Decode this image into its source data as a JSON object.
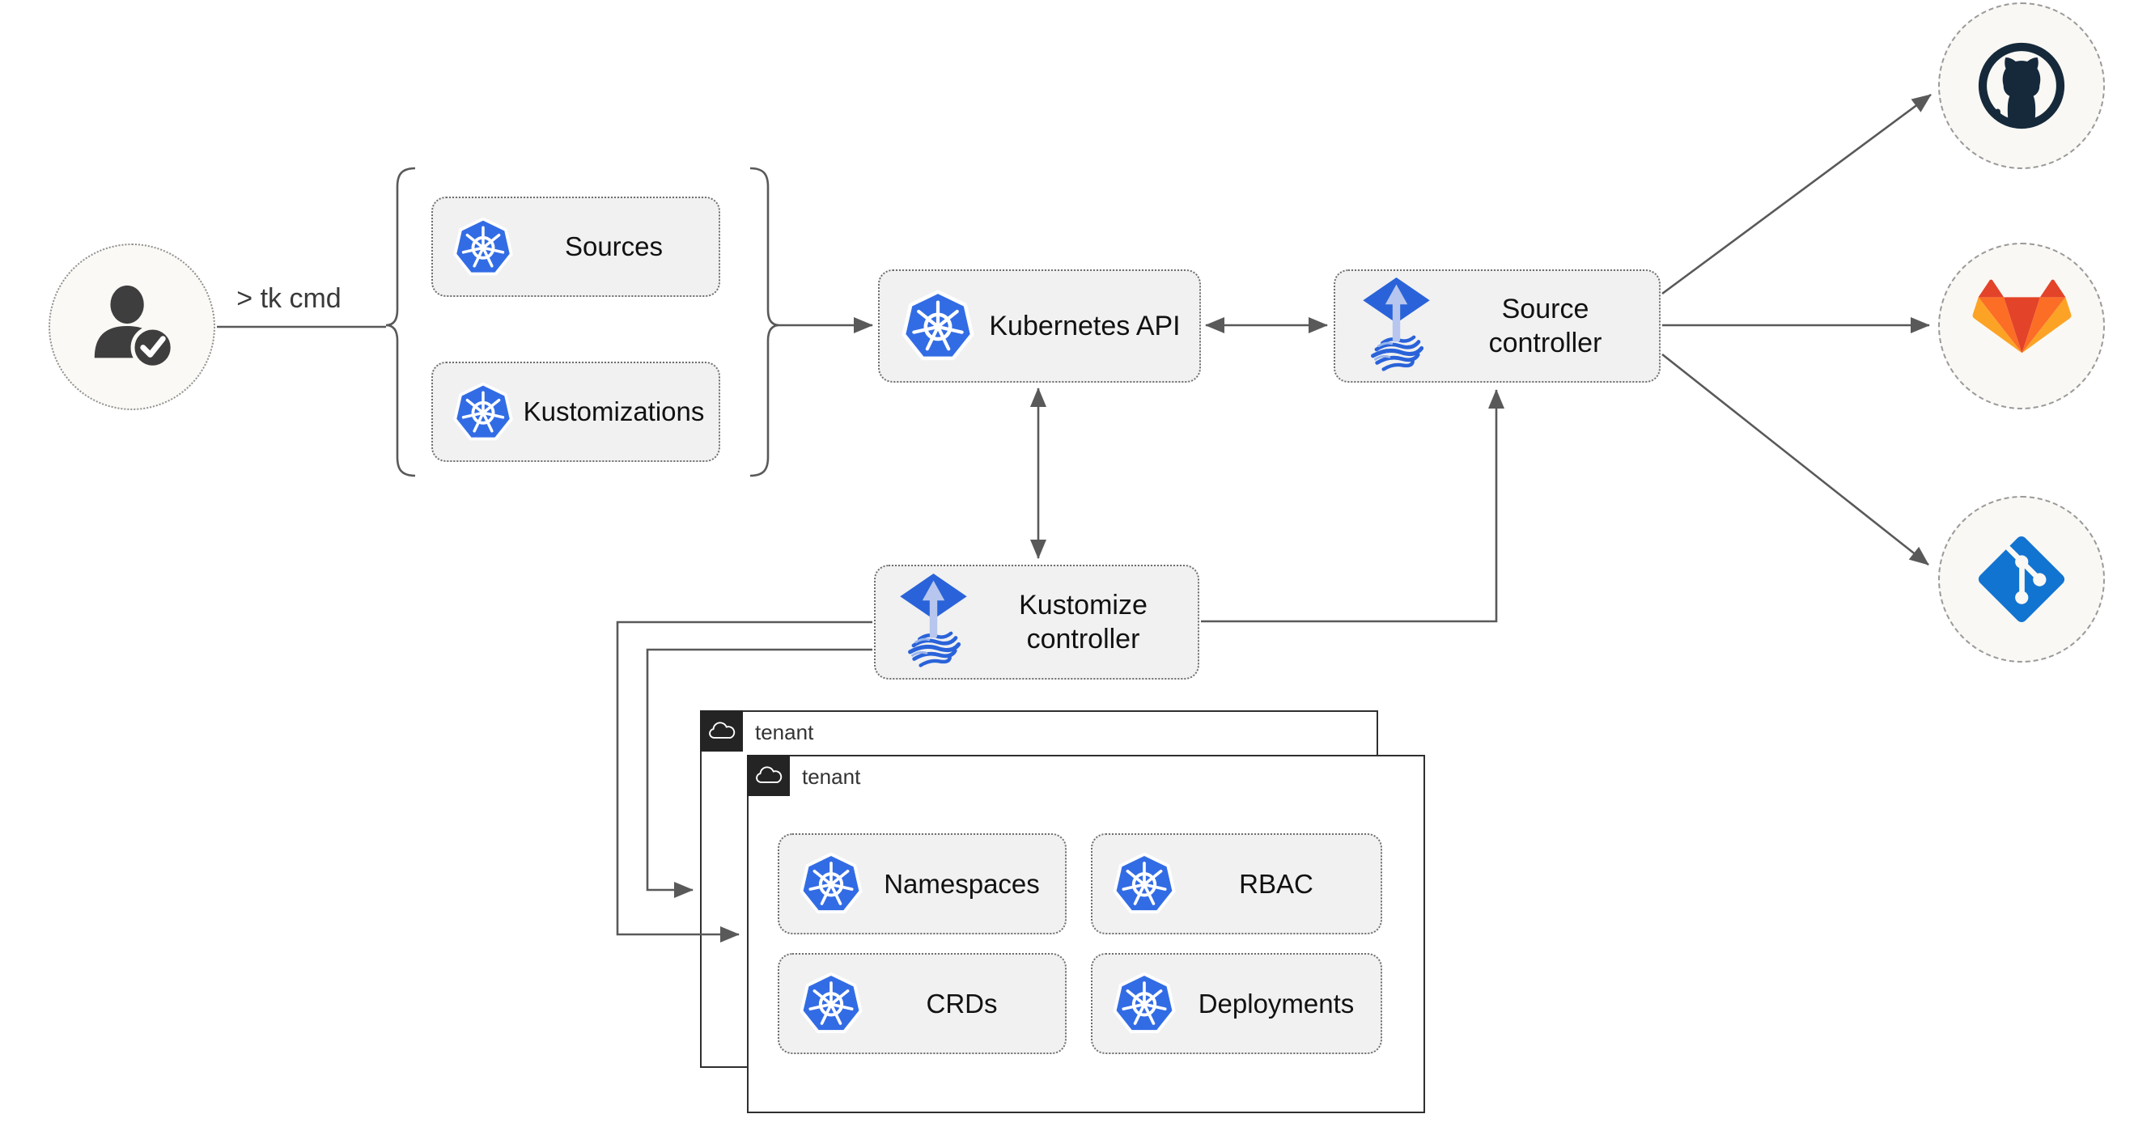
{
  "user": {
    "icon": "user-check-icon",
    "command_label": "> tk cmd"
  },
  "manifest_group": {
    "items": [
      {
        "label": "Sources",
        "icon": "kubernetes-icon"
      },
      {
        "label": "Kustomizations",
        "icon": "kubernetes-icon"
      }
    ]
  },
  "cluster": {
    "kubernetes_api": {
      "label": "Kubernetes API",
      "icon": "kubernetes-icon"
    },
    "source_controller": {
      "label": "Source controller",
      "icon": "flux-icon"
    },
    "kustomize_controller": {
      "label": "Kustomize controller",
      "icon": "flux-icon"
    }
  },
  "tenants": {
    "back": {
      "label": "tenant",
      "icon": "cloud-icon"
    },
    "front": {
      "label": "tenant",
      "icon": "cloud-icon"
    },
    "resources": [
      {
        "label": "Namespaces",
        "icon": "kubernetes-icon"
      },
      {
        "label": "RBAC",
        "icon": "kubernetes-icon"
      },
      {
        "label": "CRDs",
        "icon": "kubernetes-icon"
      },
      {
        "label": "Deployments",
        "icon": "kubernetes-icon"
      }
    ]
  },
  "repositories": [
    {
      "name": "GitHub",
      "icon": "github-icon"
    },
    {
      "name": "GitLab",
      "icon": "gitlab-icon"
    },
    {
      "name": "Git",
      "icon": "git-icon"
    }
  ],
  "colors": {
    "kubernetes_blue": "#326ce5",
    "flux_blue": "#2a63d9",
    "flux_arrow_light": "#b7c6ee",
    "connector_gray": "#595959",
    "node_fill": "#f1f1f1",
    "node_border": "#6e6e6e",
    "tenant_header_bg": "#242424",
    "github_mark": "#15293b",
    "gitlab_red": "#e24329",
    "gitlab_orange": "#fc6d26",
    "gitlab_amber": "#fca326",
    "git_blue": "#1274d1",
    "repo_circle_fill": "#faf8f4"
  }
}
